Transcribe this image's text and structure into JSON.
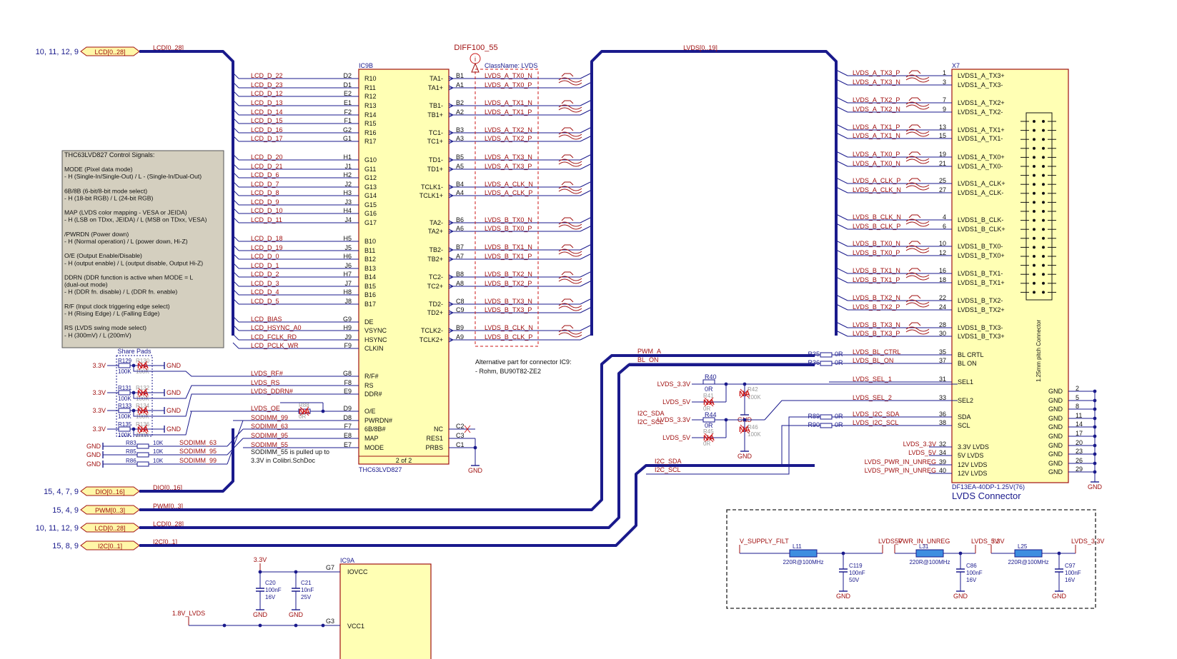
{
  "ports": [
    {
      "ref": "10, 11, 12, 9",
      "label": "LCD[0..28]",
      "net": "LCD[0..28]"
    },
    {
      "ref": "15, 4, 7, 9",
      "label": "DIO[0..16]",
      "net": "DIO[0..16]"
    },
    {
      "ref": "15, 4, 9",
      "label": "PWM[0..3]",
      "net": "PWM[0..3]"
    },
    {
      "ref": "10, 11, 12, 9",
      "label": "LCD[0..28]",
      "net": "LCD[0..28]"
    },
    {
      "ref": "15, 8, 9",
      "label": "I2C[0..1]",
      "net": "I2C[0..1]"
    }
  ],
  "lvds_bus_label": "LVDS[0..19]",
  "diff_label": "DIFF100_55",
  "classname_label": "ClassName: LVDS",
  "ic9b": {
    "ref": "IC9B",
    "part": "THC63LVD827",
    "sheet": "2 of 2",
    "left_pins": [
      {
        "net": "LCD_D_22",
        "num": "D2",
        "name": "R10"
      },
      {
        "net": "LCD_D_23",
        "num": "D1",
        "name": "R11"
      },
      {
        "net": "LCD_D_12",
        "num": "E2",
        "name": "R12"
      },
      {
        "net": "LCD_D_13",
        "num": "E1",
        "name": "R13"
      },
      {
        "net": "LCD_D_14",
        "num": "F2",
        "name": "R14"
      },
      {
        "net": "LCD_D_15",
        "num": "F1",
        "name": "R15"
      },
      {
        "net": "LCD_D_16",
        "num": "G2",
        "name": "R16"
      },
      {
        "net": "LCD_D_17",
        "num": "G1",
        "name": "R17"
      },
      {
        "net": "LCD_D_20",
        "num": "H1",
        "name": "G10"
      },
      {
        "net": "LCD_D_21",
        "num": "J1",
        "name": "G11"
      },
      {
        "net": "LCD_D_6",
        "num": "H2",
        "name": "G12"
      },
      {
        "net": "LCD_D_7",
        "num": "J2",
        "name": "G13"
      },
      {
        "net": "LCD_D_8",
        "num": "H3",
        "name": "G14"
      },
      {
        "net": "LCD_D_9",
        "num": "J3",
        "name": "G15"
      },
      {
        "net": "LCD_D_10",
        "num": "H4",
        "name": "G16"
      },
      {
        "net": "LCD_D_11",
        "num": "J4",
        "name": "G17"
      },
      {
        "net": "LCD_D_18",
        "num": "H5",
        "name": "B10"
      },
      {
        "net": "LCD_D_19",
        "num": "J5",
        "name": "B11"
      },
      {
        "net": "LCD_D_0",
        "num": "H6",
        "name": "B12"
      },
      {
        "net": "LCD_D_1",
        "num": "J6",
        "name": "B13"
      },
      {
        "net": "LCD_D_2",
        "num": "H7",
        "name": "B14"
      },
      {
        "net": "LCD_D_3",
        "num": "J7",
        "name": "B15"
      },
      {
        "net": "LCD_D_4",
        "num": "H8",
        "name": "B16"
      },
      {
        "net": "LCD_D_5",
        "num": "J8",
        "name": "B17"
      },
      {
        "net": "LCD_BIAS",
        "num": "G9",
        "name": "DE"
      },
      {
        "net": "LCD_HSYNC_A0",
        "num": "H9",
        "name": "VSYNC"
      },
      {
        "net": "LCD_FCLK_RD",
        "num": "J9",
        "name": "HSYNC"
      },
      {
        "net": "LCD_PCLK_WR",
        "num": "F9",
        "name": "CLKIN"
      },
      {
        "net": "LVDS_RF#",
        "num": "G8",
        "name": "R/F#"
      },
      {
        "net": "LVDS_RS",
        "num": "F8",
        "name": "RS"
      },
      {
        "net": "LVDS_DDRN#",
        "num": "E9",
        "name": "DDR#"
      },
      {
        "net": "LVDS_OE",
        "num": "D9",
        "name": "O/E"
      },
      {
        "net": "SODIMM_99",
        "num": "D8",
        "name": "PWRDN#"
      },
      {
        "net": "SODIMM_63",
        "num": "F7",
        "name": "6B/8B#"
      },
      {
        "net": "SODIMM_95",
        "num": "E8",
        "name": "MAP"
      },
      {
        "net": "SODIMM_55",
        "num": "E7",
        "name": "MODE"
      }
    ],
    "right_pins": [
      {
        "name": "TA1-",
        "num": "B1",
        "net": "LVDS_A_TX0_N"
      },
      {
        "name": "TA1+",
        "num": "A1",
        "net": "LVDS_A_TX0_P"
      },
      {
        "name": "TB1-",
        "num": "B2",
        "net": "LVDS_A_TX1_N"
      },
      {
        "name": "TB1+",
        "num": "A2",
        "net": "LVDS_A_TX1_P"
      },
      {
        "name": "TC1-",
        "num": "B3",
        "net": "LVDS_A_TX2_N"
      },
      {
        "name": "TC1+",
        "num": "A3",
        "net": "LVDS_A_TX2_P"
      },
      {
        "name": "TD1-",
        "num": "B5",
        "net": "LVDS_A_TX3_N"
      },
      {
        "name": "TD1+",
        "num": "A5",
        "net": "LVDS_A_TX3_P"
      },
      {
        "name": "TCLK1-",
        "num": "B4",
        "net": "LVDS_A_CLK_N"
      },
      {
        "name": "TCLK1+",
        "num": "A4",
        "net": "LVDS_A_CLK_P"
      },
      {
        "name": "TA2-",
        "num": "B6",
        "net": "LVDS_B_TX0_N"
      },
      {
        "name": "TA2+",
        "num": "A6",
        "net": "LVDS_B_TX0_P"
      },
      {
        "name": "TB2-",
        "num": "B7",
        "net": "LVDS_B_TX1_N"
      },
      {
        "name": "TB2+",
        "num": "A7",
        "net": "LVDS_B_TX1_P"
      },
      {
        "name": "TC2-",
        "num": "B8",
        "net": "LVDS_B_TX2_N"
      },
      {
        "name": "TC2+",
        "num": "A8",
        "net": "LVDS_B_TX2_P"
      },
      {
        "name": "TD2-",
        "num": "C8",
        "net": "LVDS_B_TX3_N"
      },
      {
        "name": "TD2+",
        "num": "C9",
        "net": "LVDS_B_TX3_P"
      },
      {
        "name": "TCLK2-",
        "num": "B9",
        "net": "LVDS_B_CLK_N"
      },
      {
        "name": "TCLK2+",
        "num": "A9",
        "net": "LVDS_B_CLK_P"
      }
    ],
    "misc_pins": [
      {
        "name": "NC",
        "num": "C2"
      },
      {
        "name": "RES1",
        "num": "C3"
      },
      {
        "name": "PRBS",
        "num": "C1"
      }
    ]
  },
  "notes": {
    "control_title": "THC63LVD827 Control Signals:",
    "control_lines": [
      "MODE (Pixel data mode)",
      "- H (Single-In/Single-Out) / L - (Single-In/Dual-Out)",
      "",
      "6B/8B (6-bit/8-bit mode select)",
      "- H (18-bit RGB) / L (24-bit RGB)",
      "",
      "MAP (LVDS color mapping - VESA or JEIDA)",
      "- H (LSB on TDxx, JEIDA) / L (MSB on TDxx, VESA)",
      "",
      "/PWRDN (Power down)",
      "- H (Normal operation) / L (power down, Hi-Z)",
      "",
      "O/E (Output Enable/Disable)",
      "- H (output enable) / L (output disable, Output Hi-Z)",
      "",
      "DDRN (DDR function is active when MODE = L",
      "(dual-out mode)",
      "- H (DDR fn. disable) / L (DDR fn. enable)",
      "",
      "R/F (Input clock triggering edge select)",
      "- H (Rising Edge) / L (Falling Edge)",
      "",
      "RS (LVDS swing mode select)",
      "- H (300mV) / L (200mV)"
    ],
    "alt_part_line1": "Alternative part for connector IC9:",
    "alt_part_line2": "- Rohm, BU90T82-ZE2",
    "sodimm_note_line1": "SODIMM_55 is pulled up to",
    "sodimm_note_line2": "3.3V in Colibri.SchDoc",
    "share_pads": "Share Pads"
  },
  "pullups": [
    {
      "supply": "3.3V",
      "ref": "R129",
      "val": "100K",
      "ref2": "R130",
      "val2": "100K",
      "na": "NA",
      "gnd": "GND"
    },
    {
      "supply": "3.3V",
      "ref": "R131",
      "val": "100K",
      "ref2": "R132",
      "val2": "100K",
      "na": "NA",
      "gnd": "GND"
    },
    {
      "supply": "3.3V",
      "ref": "R133",
      "val": "100K",
      "ref2": "R134",
      "val2": "100K",
      "na": "NA",
      "gnd": "GND"
    },
    {
      "supply": "3.3V",
      "ref": "R135",
      "val": "100K",
      "ref2": "R136",
      "val2": "100K",
      "na": "NA",
      "gnd": "GND"
    }
  ],
  "r_oe": {
    "ref": "R88",
    "val": "0R",
    "na": "NA"
  },
  "sodimm_res": [
    {
      "gnd": "GND",
      "ref": "R83",
      "val": "10K",
      "net": "SODIMM_63"
    },
    {
      "gnd": "GND",
      "ref": "R85",
      "val": "10K",
      "net": "SODIMM_95"
    },
    {
      "gnd": "GND",
      "ref": "R86",
      "val": "10K",
      "net": "SODIMM_99"
    }
  ],
  "gnd": "GND",
  "x7": {
    "ref": "X7",
    "part": "DF13EA-40DP-1.25V(76)",
    "title": "LVDS Connector",
    "pitch": "1.25mm pitch Connector",
    "pins": [
      {
        "net": "LVDS_A_TX3_P",
        "num": "1",
        "name": "LVDS1_A_TX3+"
      },
      {
        "net": "LVDS_A_TX3_N",
        "num": "3",
        "name": "LVDS1_A_TX3-"
      },
      {
        "net": "LVDS_A_TX2_P",
        "num": "7",
        "name": "LVDS1_A_TX2+"
      },
      {
        "net": "LVDS_A_TX2_N",
        "num": "9",
        "name": "LVDS1_A_TX2-"
      },
      {
        "net": "LVDS_A_TX1_P",
        "num": "13",
        "name": "LVDS1_A_TX1+"
      },
      {
        "net": "LVDS_A_TX1_N",
        "num": "15",
        "name": "LVDS1_A_TX1-"
      },
      {
        "net": "LVDS_A_TX0_P",
        "num": "19",
        "name": "LVDS1_A_TX0+"
      },
      {
        "net": "LVDS_A_TX0_N",
        "num": "21",
        "name": "LVDS1_A_TX0-"
      },
      {
        "net": "LVDS_A_CLK_P",
        "num": "25",
        "name": "LVDS1_A_CLK+"
      },
      {
        "net": "LVDS_A_CLK_N",
        "num": "27",
        "name": "LVDS1_A_CLK-"
      },
      {
        "net": "LVDS_B_CLK_N",
        "num": "4",
        "name": "LVDS1_B_CLK-"
      },
      {
        "net": "LVDS_B_CLK_P",
        "num": "6",
        "name": "LVDS1_B_CLK+"
      },
      {
        "net": "LVDS_B_TX0_N",
        "num": "10",
        "name": "LVDS1_B_TX0-"
      },
      {
        "net": "LVDS_B_TX0_P",
        "num": "12",
        "name": "LVDS1_B_TX0+"
      },
      {
        "net": "LVDS_B_TX1_N",
        "num": "16",
        "name": "LVDS1_B_TX1-"
      },
      {
        "net": "LVDS_B_TX1_P",
        "num": "18",
        "name": "LVDS1_B_TX1+"
      },
      {
        "net": "LVDS_B_TX2_N",
        "num": "22",
        "name": "LVDS1_B_TX2-"
      },
      {
        "net": "LVDS_B_TX2_P",
        "num": "24",
        "name": "LVDS1_B_TX2+"
      },
      {
        "net": "LVDS_B_TX3_N",
        "num": "28",
        "name": "LVDS1_B_TX3-"
      },
      {
        "net": "LVDS_B_TX3_P",
        "num": "30",
        "name": "LVDS1_B_TX3+"
      }
    ],
    "ctrl_pins": [
      {
        "net": "LVDS_BL_CTRL",
        "num": "35",
        "name": "BL CRTL",
        "rref": "R35",
        "rval": "0R",
        "src": "PWM_A"
      },
      {
        "net": "LVDS_BL_ON",
        "num": "37",
        "name": "BL ON",
        "rref": "R36",
        "rval": "0R",
        "src": "BL_ON"
      },
      {
        "net": "LVDS_SEL_1",
        "num": "31",
        "name": "SEL1"
      },
      {
        "net": "LVDS_SEL_2",
        "num": "33",
        "name": "SEL2"
      },
      {
        "net": "LVDS_I2C_SDA",
        "num": "36",
        "name": "SDA",
        "rref": "R89",
        "rval": "0R",
        "src": "I2C_SDA"
      },
      {
        "net": "LVDS_I2C_SCL",
        "num": "38",
        "name": "SCL",
        "rref": "R90",
        "rval": "0R",
        "src": "I2C_SCL"
      },
      {
        "net": "LVDS_3.3V",
        "num": "32",
        "name": "3.3V LVDS"
      },
      {
        "net": "LVDS_5V",
        "num": "34",
        "name": "5V LVDS"
      },
      {
        "net": "LVDS_PWR_IN_UNREG",
        "num": "39",
        "name": "12V LVDS"
      },
      {
        "net": "LVDS_PWR_IN_UNREG",
        "num": "40",
        "name": "12V LVDS"
      }
    ],
    "gnd_pins": [
      "2",
      "5",
      "8",
      "11",
      "14",
      "17",
      "20",
      "23",
      "26",
      "29"
    ],
    "gnd_name": "GND"
  },
  "sel": {
    "r40": {
      "ref": "R40",
      "val": "0R",
      "net": "LVDS_3.3V"
    },
    "r41": {
      "ref": "R41",
      "val": "0R",
      "net": "LVDS_5V",
      "na": "NA"
    },
    "r42": {
      "ref": "R42",
      "val": "100K",
      "na": "NA"
    },
    "r44": {
      "ref": "R44",
      "val": "0R",
      "net": "LVDS_3.3V"
    },
    "r45": {
      "ref": "R45",
      "val": "0R",
      "net": "LVDS_5V",
      "na": "NA"
    },
    "r46": {
      "ref": "R46",
      "val": "100K",
      "na": "NA"
    }
  },
  "power": [
    {
      "in": "V_SUPPLY_FILT",
      "out": "LVDS_PWR_IN_UNREG",
      "lref": "L11",
      "lval": "220R@100MHz",
      "cref": "C119",
      "cval": "100nF",
      "cv": "50V"
    },
    {
      "in": "5V",
      "out": "LVDS_5V",
      "lref": "L31",
      "lval": "220R@100MHz",
      "cref": "C86",
      "cval": "100nF",
      "cv": "16V"
    },
    {
      "in": "3.3V",
      "out": "LVDS_3.3V",
      "lref": "L25",
      "lval": "220R@100MHz",
      "cref": "C97",
      "cval": "100nF",
      "cv": "16V"
    }
  ],
  "ic9a": {
    "ref": "IC9A",
    "supply": "3.3V",
    "supply2": "1.8V_LVDS",
    "pin1": {
      "num": "G7",
      "name": "IOVCC"
    },
    "pin2": {
      "num": "G3",
      "name": "VCC1"
    },
    "c20": {
      "ref": "C20",
      "val": "100nF",
      "v": "16V"
    },
    "c21": {
      "ref": "C21",
      "val": "10nF",
      "v": "25V"
    }
  }
}
